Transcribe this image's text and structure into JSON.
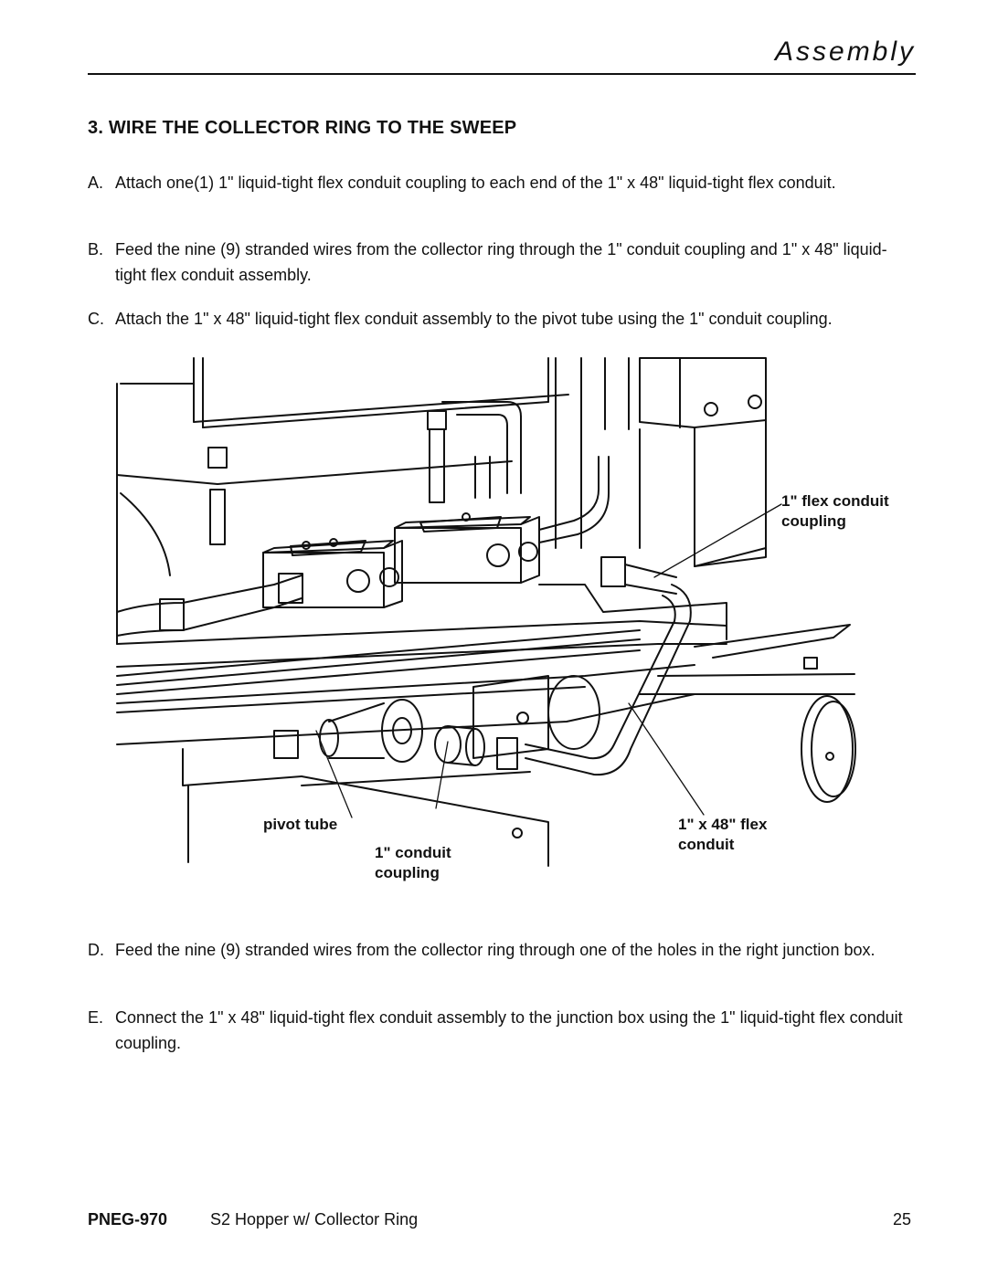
{
  "header": {
    "section": "Assembly"
  },
  "heading": "3. WIRE THE COLLECTOR RING TO THE SWEEP",
  "steps": [
    {
      "letter": "A.",
      "text": "Attach one(1) 1\" liquid-tight flex conduit coupling to each end of the 1\" x 48\" liquid-tight flex conduit."
    },
    {
      "letter": "B.",
      "text": "Feed the nine (9) stranded wires from the collector ring through the 1\" conduit coupling and 1\" x 48\" liquid-tight flex conduit assembly."
    },
    {
      "letter": "C.",
      "text": "Attach the 1\" x 48\" liquid-tight flex conduit assembly to the pivot tube using the 1\" conduit coupling."
    },
    {
      "letter": "D.",
      "text": "Feed the nine (9) stranded wires from the collector ring through one of the holes in the right junction box."
    },
    {
      "letter": "E.",
      "text": "Connect the 1\" x 48\" liquid-tight flex conduit assembly to the junction box using the 1\" liquid-tight flex conduit coupling."
    }
  ],
  "figure": {
    "callouts": {
      "flex_coupling_1": "1\" flex conduit",
      "flex_coupling_2": "coupling",
      "pivot_tube": "pivot tube",
      "conduit_coupling_1": "1\" conduit",
      "conduit_coupling_2": "coupling",
      "flex_conduit_1": "1\" x 48\" flex",
      "flex_conduit_2": "conduit"
    }
  },
  "footer": {
    "doc_number": "PNEG-970",
    "doc_title": "S2 Hopper w/ Collector Ring",
    "page": "25"
  }
}
